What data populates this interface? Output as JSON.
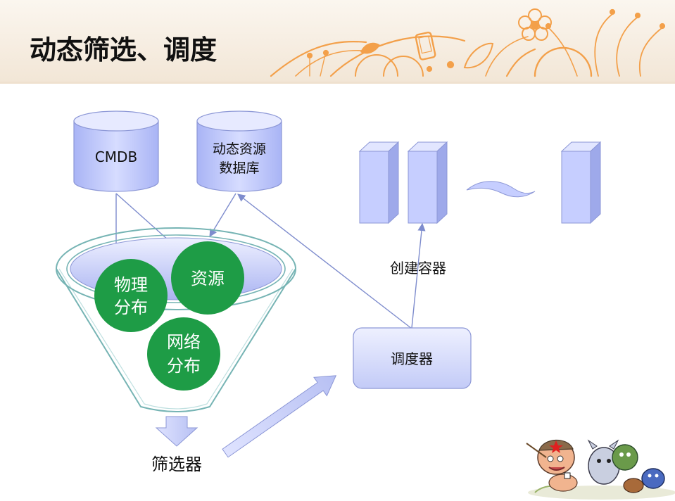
{
  "slide": {
    "title": "动态筛选、调度"
  },
  "diagram": {
    "cmdb_label": "CMDB",
    "dynamic_db_line1": "动态资源",
    "dynamic_db_line2": "数据库",
    "circle_physical_line1": "物理",
    "circle_physical_line2": "分布",
    "circle_resource": "资源",
    "circle_network_line1": "网络",
    "circle_network_line2": "分布",
    "filter_label": "筛选器",
    "scheduler_label": "调度器",
    "create_container_label": "创建容器"
  },
  "colors": {
    "header_bg": "#f7eee2",
    "accent_orange": "#f3a04a",
    "box_fill": "#c6ceff",
    "box_stroke": "#8c97d6",
    "circle_green": "#1e9c46",
    "funnel_stroke": "#76b4b4",
    "arrow_blue": "#8796d0"
  },
  "decor": {
    "header_icons": [
      "flower-icon",
      "phone-icon",
      "leaf-icon"
    ],
    "mascot": "cartoon-mascots-illustration"
  }
}
